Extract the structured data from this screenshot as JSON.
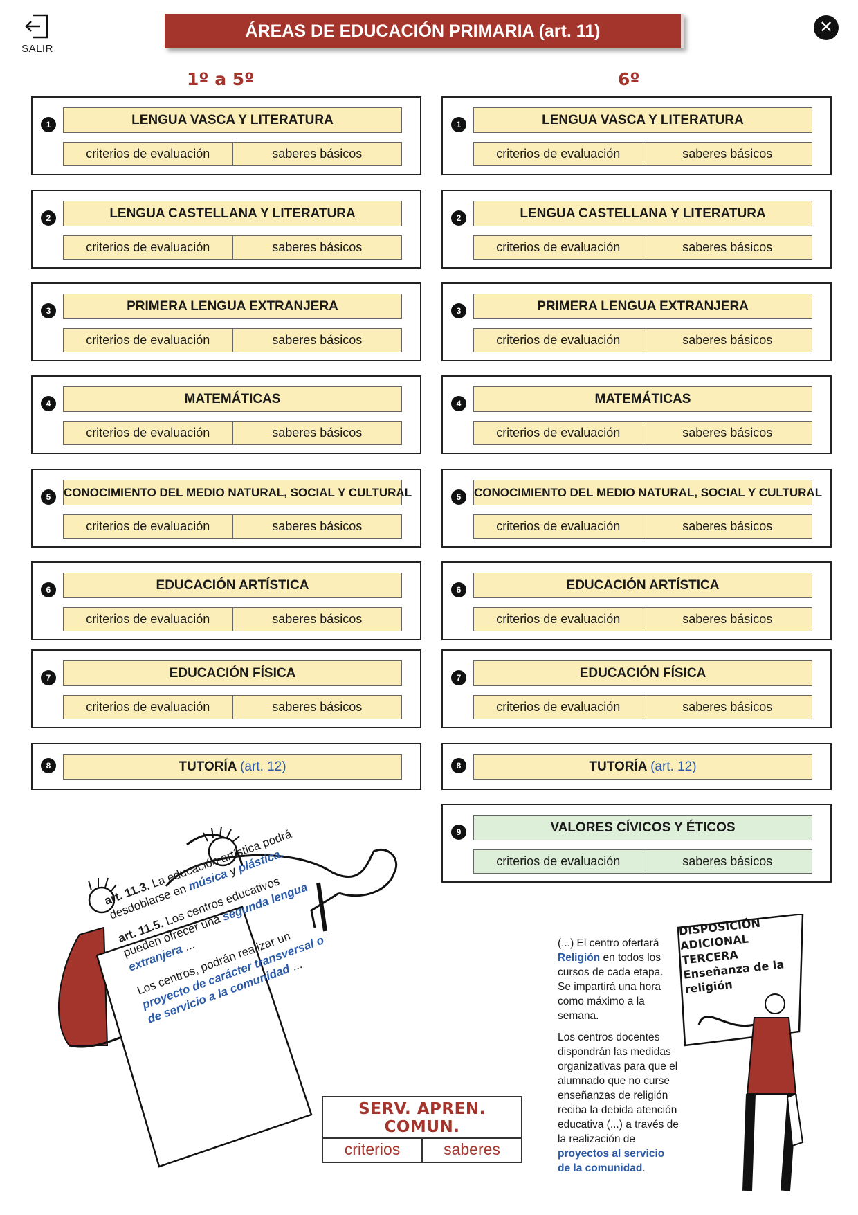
{
  "header": {
    "exit_label": "SALIR",
    "title": "ÁREAS DE EDUCACIÓN PRIMARIA (art. 11)",
    "close_symbol": "✕"
  },
  "columns": {
    "left_heading": "1º a 5º",
    "right_heading": "6º"
  },
  "labels": {
    "criteria": "criterios de evaluación",
    "basics": "saberes básicos"
  },
  "areas": [
    {
      "num": "1",
      "name": "LENGUA VASCA Y LITERATURA"
    },
    {
      "num": "2",
      "name": "LENGUA CASTELLANA Y LITERATURA"
    },
    {
      "num": "3",
      "name": "PRIMERA LENGUA EXTRANJERA"
    },
    {
      "num": "4",
      "name": "MATEMÁTICAS"
    },
    {
      "num": "5",
      "name": "CONOCIMIENTO DEL MEDIO NATURAL, SOCIAL Y CULTURAL"
    },
    {
      "num": "6",
      "name": "EDUCACIÓN ARTÍSTICA"
    },
    {
      "num": "7",
      "name": "EDUCACIÓN FÍSICA"
    }
  ],
  "tutoria": {
    "num": "8",
    "name": "TUTORÍA",
    "ref": "(art. 12)"
  },
  "valores": {
    "num": "9",
    "name": "VALORES CÍVICOS Y ÉTICOS"
  },
  "notes": {
    "n1_ref": "art. 11.3.",
    "n1_a": "La educación artística podrá desdoblarse en",
    "n1_hl1": "música",
    "n1_b": "y",
    "n1_hl2": "plástica.",
    "n2_ref": "art. 11.5.",
    "n2_a": "Los centros educativos pueden ofrecer una",
    "n2_hl": "segunda lengua extranjera",
    "n2_b": "...",
    "n3_a": "Los centros, podrán realizar un",
    "n3_hl": "proyecto de carácter transversal o de servicio a la comunidad",
    "n3_b": "..."
  },
  "serv": {
    "title": "SERV. APREN. COMUN.",
    "left": "criterios",
    "right": "saberes"
  },
  "religion": {
    "p1_a": "(...) El centro ofertará",
    "p1_hl": "Religión",
    "p1_b": "en todos los cursos de cada etapa. Se impartirá una hora como máximo a la semana.",
    "p2_a": "Los centros docentes dispondrán las medidas organizativas para que el alumnado que no curse enseñanzas de religión reciba la debida atención educativa (...) a través de la realización de",
    "p2_hl": "proyectos al servicio de la comunidad",
    "p2_b": "."
  },
  "disposicion": {
    "line1": "DISPOSICIÓN ADICIONAL TERCERA",
    "line2": "Enseñanza de la religión"
  },
  "colors": {
    "accent": "#a3352c",
    "box_yellow": "#fbeeb8",
    "box_green": "#deefd9",
    "link_blue": "#2a5aa8"
  }
}
